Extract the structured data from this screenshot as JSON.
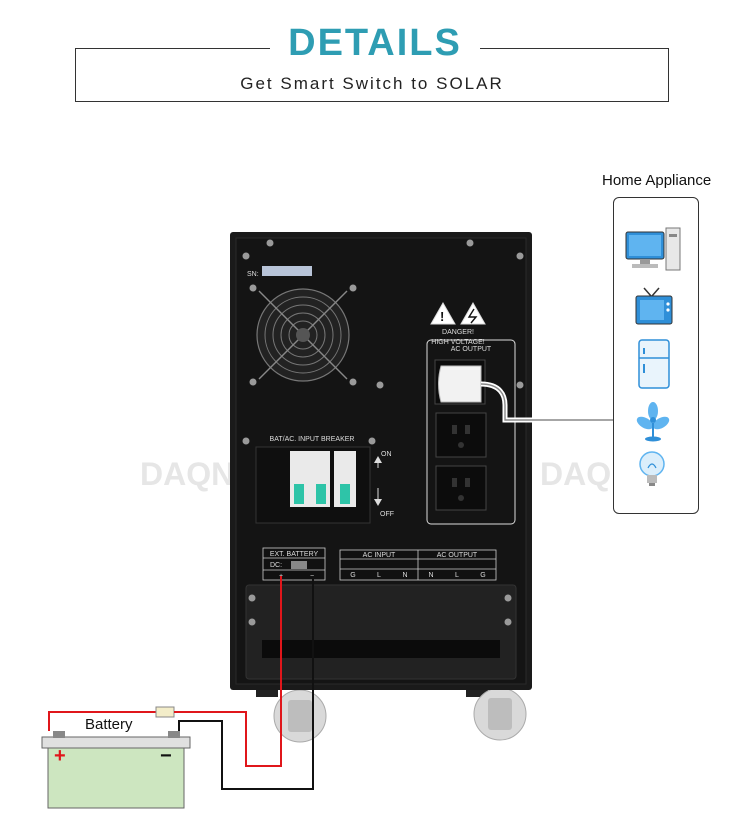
{
  "header": {
    "title": "DETAILS",
    "subtitle": "Get Smart Switch to SOLAR"
  },
  "appliances": {
    "title": "Home Appliance",
    "icons": [
      "computer-icon",
      "tv-icon",
      "fridge-icon",
      "fan-icon",
      "bulb-icon"
    ]
  },
  "battery": {
    "label": "Battery",
    "plus": "+",
    "minus": "−"
  },
  "inverter": {
    "sn_label": "SN:",
    "danger_line1": "DANGER!",
    "danger_line2": "HIGH VOLTAGE!",
    "ac_output_label": "AC OUTPUT",
    "breaker_label": "BAT/AC. INPUT BREAKER",
    "on_label": "ON",
    "off_label": "OFF",
    "ext_battery_label": "EXT. BATTERY",
    "dc_label": "DC:",
    "terminal_plus": "+",
    "terminal_minus": "−",
    "ac_input_header": "AC INPUT",
    "ac_output_header": "AC OUTPUT",
    "ac_input_terms": [
      "G",
      "L",
      "N"
    ],
    "ac_output_terms": [
      "N",
      "L",
      "G"
    ],
    "watermark": "DAQN"
  },
  "colors": {
    "accent": "#2e9db3",
    "positive_wire": "#e0161b",
    "negative_wire": "#111111",
    "battery_fill": "#cde6c0"
  }
}
